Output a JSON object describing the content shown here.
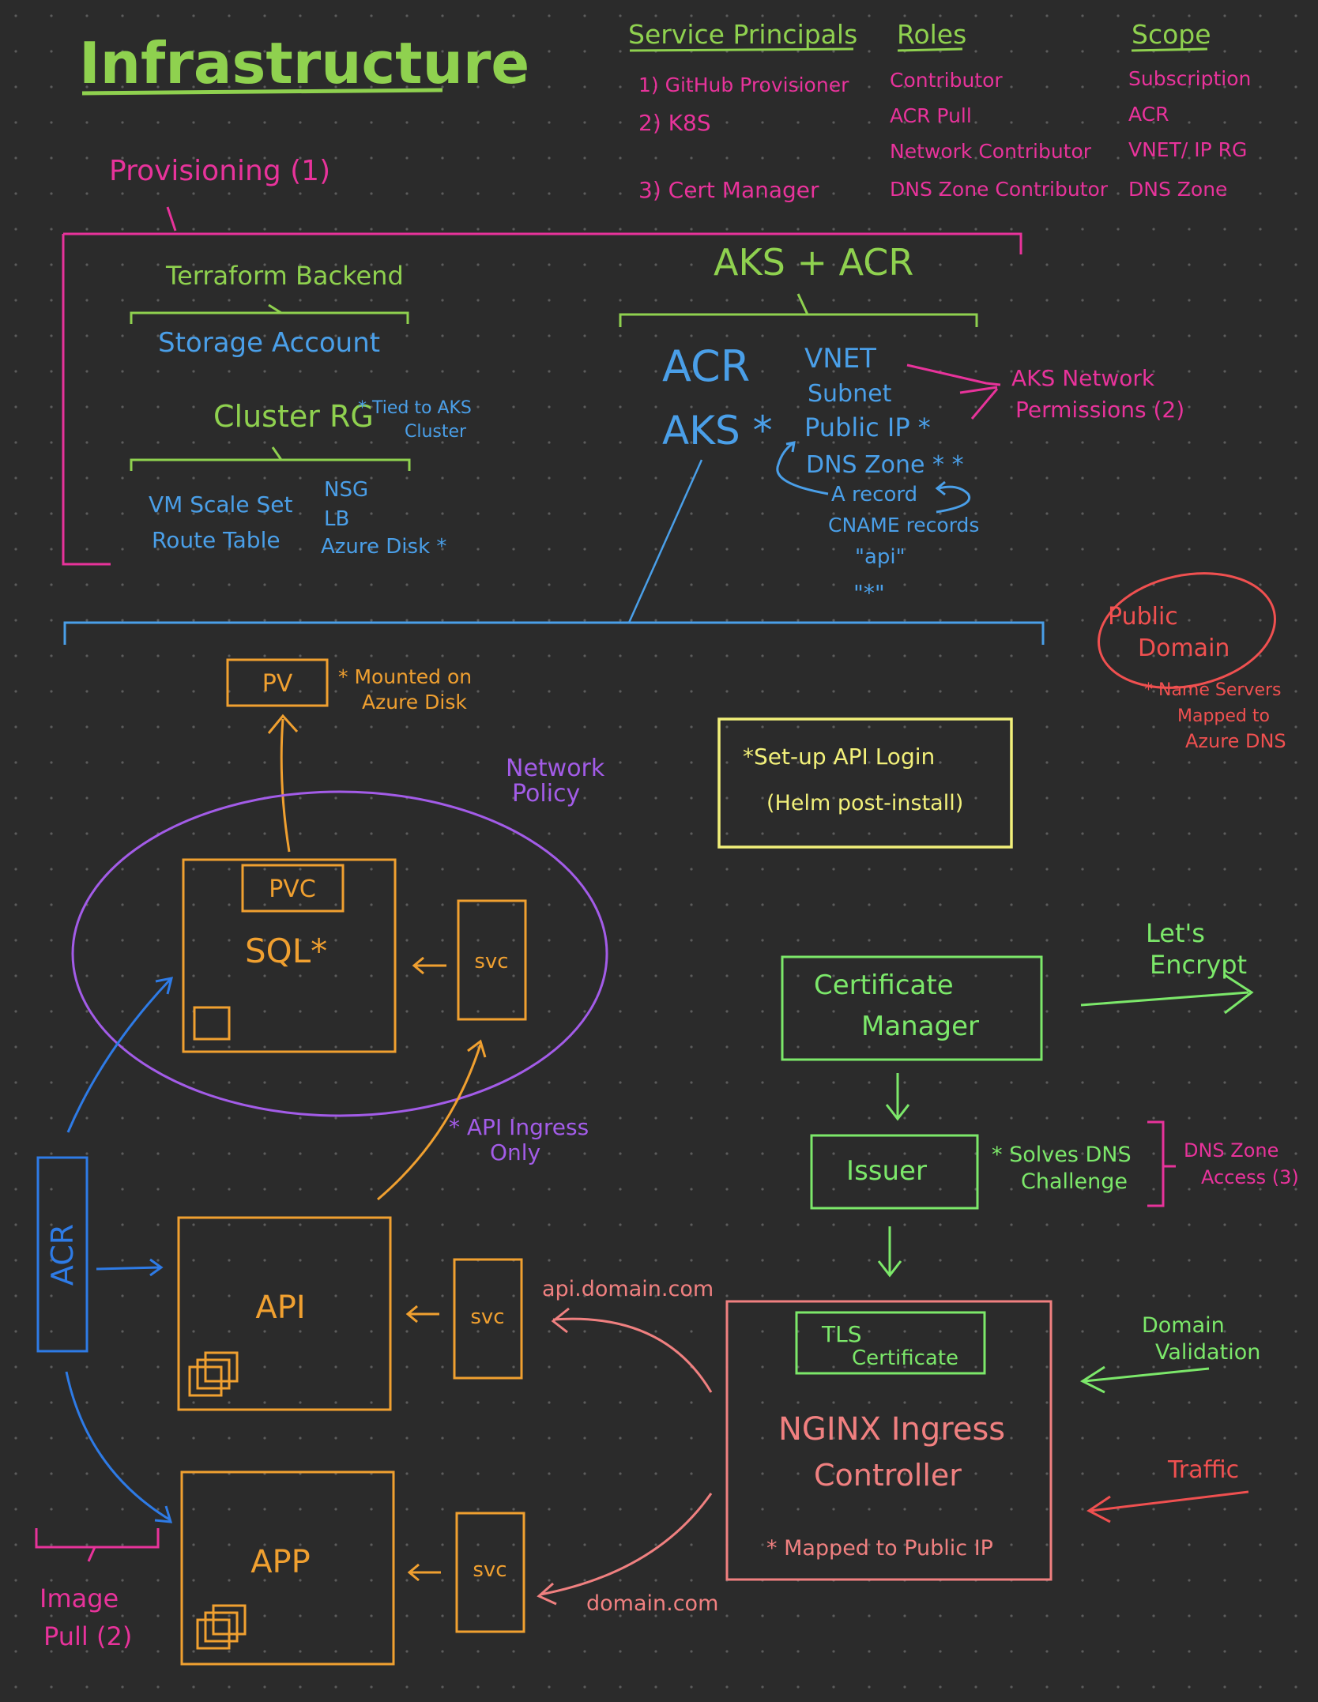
{
  "title": "Infrastructure",
  "service_principals": {
    "headers": {
      "principals": "Service Principals",
      "roles": "Roles",
      "scope": "Scope"
    },
    "rows": [
      {
        "principal": "1) GitHub Provisioner",
        "role": "Contributor",
        "scope": "Subscription"
      },
      {
        "principal": "2) K8S",
        "role": "ACR Pull",
        "scope": "ACR"
      },
      {
        "principal": "",
        "role": "Network Contributor",
        "scope": "VNET/ IP RG"
      },
      {
        "principal": "3) Cert Manager",
        "role": "DNS Zone Contributor",
        "scope": "DNS Zone"
      }
    ]
  },
  "provisioning": {
    "label": "Provisioning (1)",
    "terraform_backend": {
      "title": "Terraform Backend",
      "items": [
        "Storage Account"
      ]
    },
    "cluster_rg": {
      "title": "Cluster RG",
      "note": "* Tied to AKS Cluster",
      "col1": [
        "VM Scale Set",
        "Route Table"
      ],
      "col2": [
        "NSG",
        "LB",
        "Azure Disk *"
      ]
    },
    "aks_acr": {
      "title": "AKS + ACR",
      "acr": "ACR",
      "aks": "AKS *",
      "network": [
        "VNET",
        "Subnet",
        "Public IP *",
        "DNS Zone * *",
        "A record",
        "CNAME records",
        "\"api\"",
        "\"*\""
      ],
      "network_permissions": "AKS Network Permissions (2)"
    }
  },
  "public_domain": {
    "label": "Public Domain",
    "note": "* Name Servers Mapped to Azure DNS"
  },
  "cluster": {
    "pv": "PV",
    "pv_note": "* Mounted on Azure Disk",
    "network_policy": "Network Policy",
    "pvc": "PVC",
    "sql": "SQL*",
    "svc": "svc",
    "api_ingress_note": "* API Ingress Only",
    "acr": "ACR",
    "api": "API",
    "app": "APP",
    "image_pull": "Image Pull (2)",
    "api_domain": "api.domain.com",
    "domain": "domain.com",
    "api_login": [
      "*Set-up API Login",
      "(Helm post-install)"
    ],
    "cert_manager": [
      "Certificate",
      "Manager"
    ],
    "lets_encrypt": "Let's Encrypt",
    "issuer": "Issuer",
    "dns_challenge": "* Solves DNS Challenge",
    "dns_zone_access": "DNS Zone Access (3)",
    "tls": "TLS Certificate",
    "nginx": [
      "NGINX Ingress",
      "Controller"
    ],
    "nginx_note": "* Mapped to Public IP",
    "domain_validation": "Domain Validation",
    "traffic": "Traffic"
  },
  "colors": {
    "green": "#8fd14f",
    "magenta": "#e8339b",
    "blue": "#4a9fe8",
    "orange": "#f0a030",
    "purple": "#a35ce8",
    "yellow": "#f2f07a",
    "lime": "#7ce86a",
    "salmon": "#f08080",
    "red": "#f05050"
  }
}
